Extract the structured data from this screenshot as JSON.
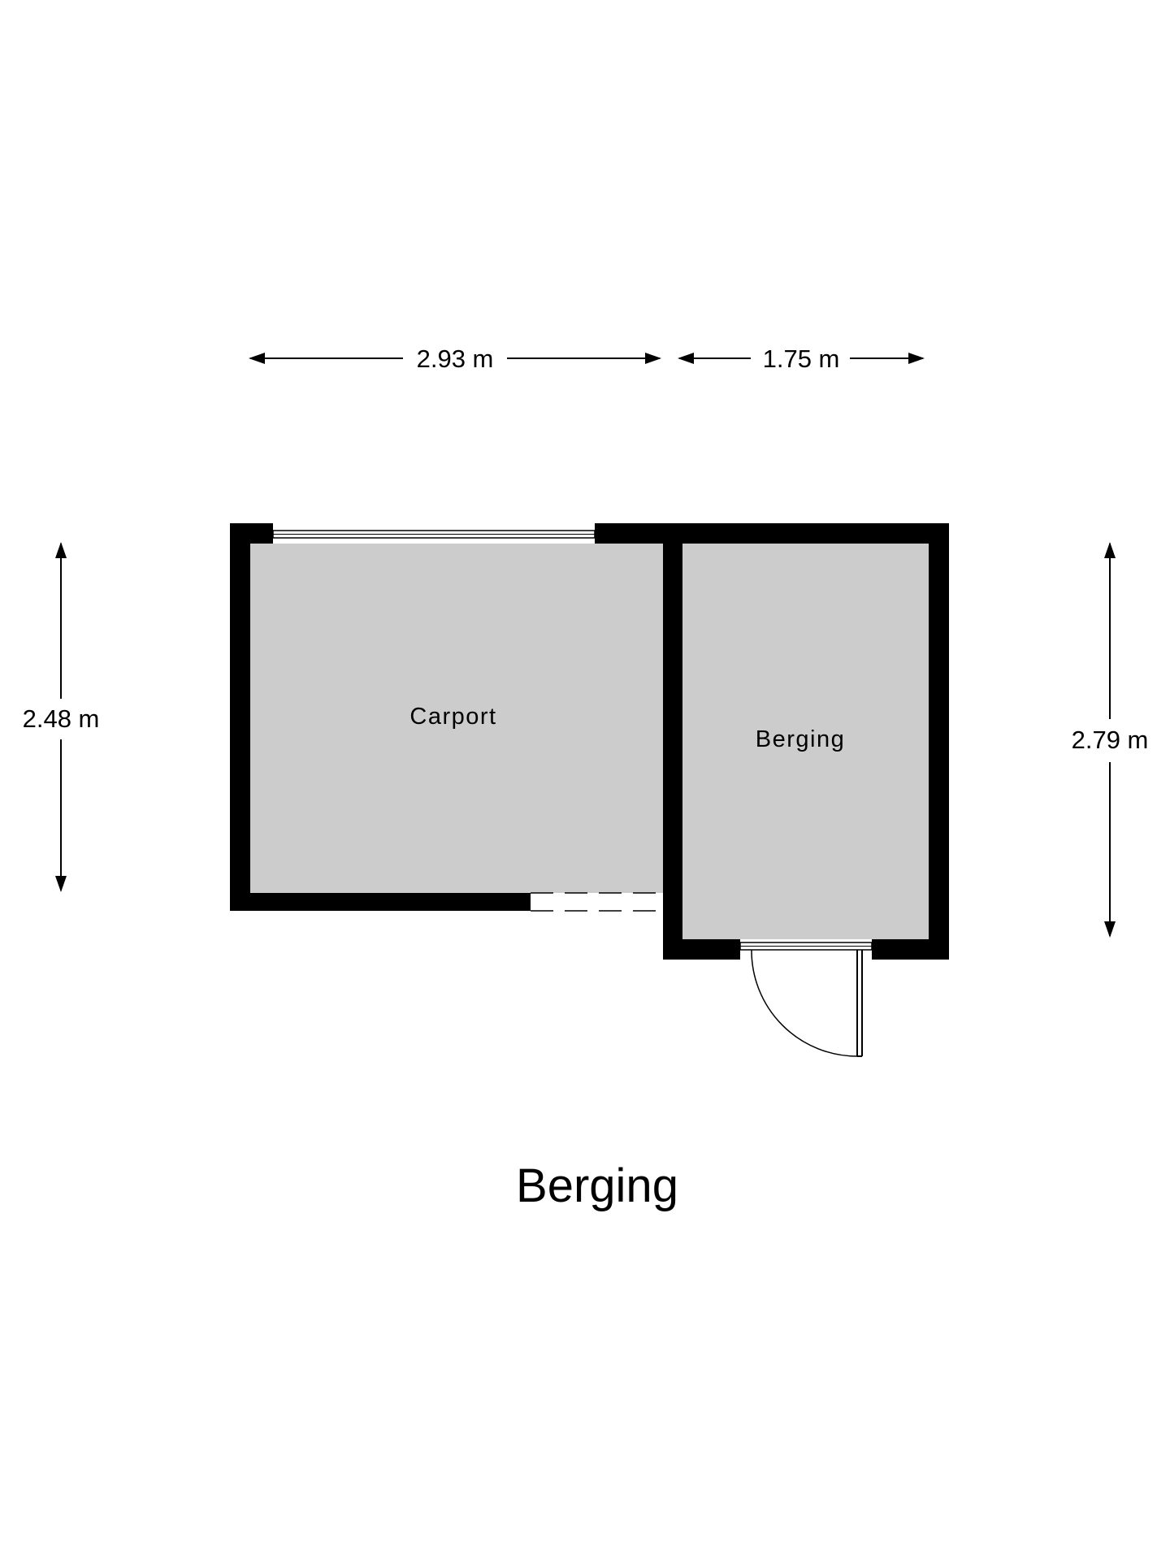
{
  "floor_title": "Berging",
  "rooms": {
    "carport": "Carport",
    "berging": "Berging"
  },
  "dimensions": {
    "top_left_width": "2.93 m",
    "top_right_width": "1.75 m",
    "left_height": "2.48 m",
    "right_height": "2.79 m"
  },
  "colors": {
    "wall": "#000000",
    "floor": "#cccccc",
    "background": "#ffffff"
  }
}
